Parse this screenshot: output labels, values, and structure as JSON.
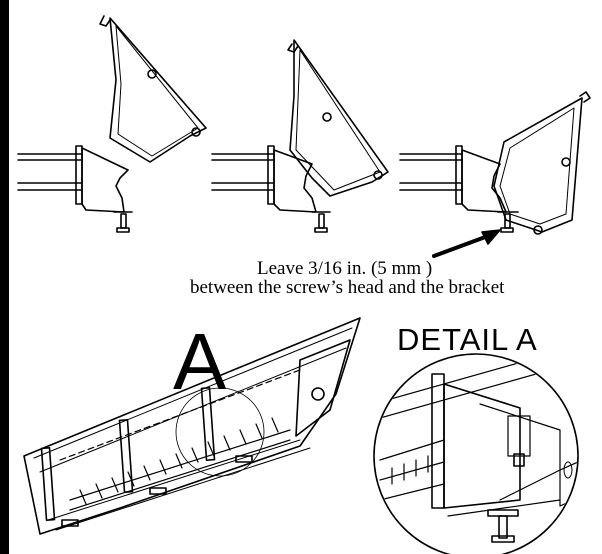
{
  "figure": {
    "callout_letter": "A",
    "detail_title": "DETAIL A",
    "note_line1": "Leave 3/16 in. (5 mm )",
    "note_line2": "between the screw’s head and the bracket"
  },
  "colors": {
    "ink": "#000000",
    "paper": "#ffffff"
  }
}
